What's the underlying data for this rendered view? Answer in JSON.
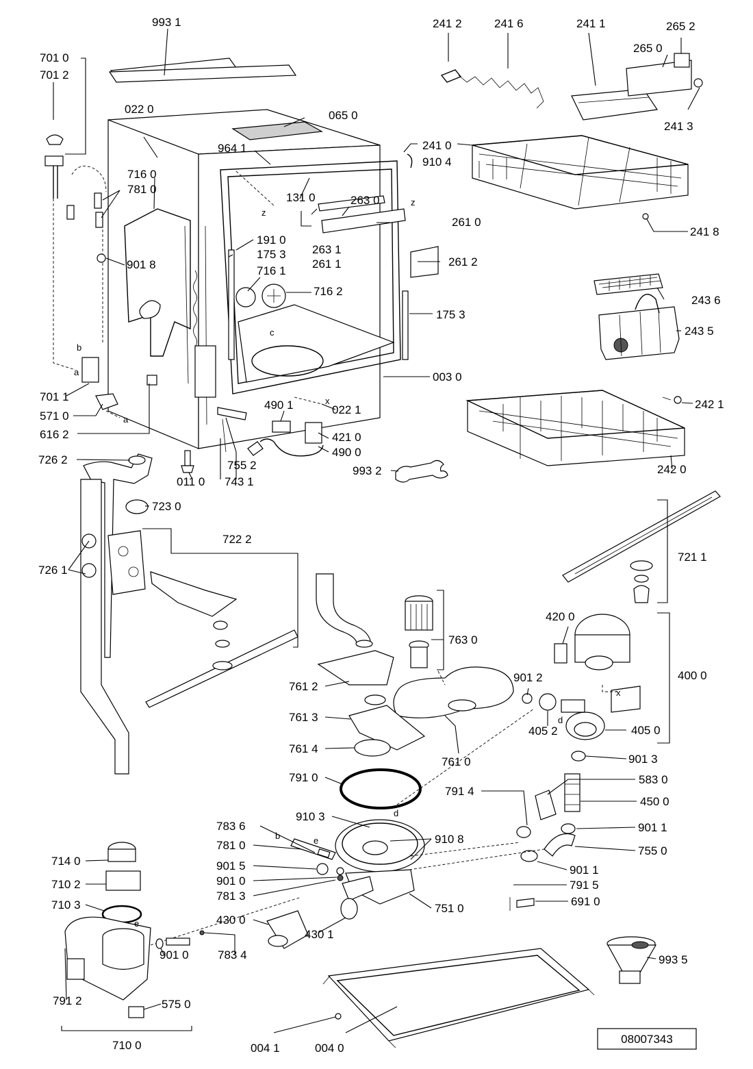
{
  "drawing_id": "08007343",
  "labels": {
    "l9931": "993 1",
    "l7010": "701 0",
    "l7012": "701 2",
    "l0220": "022 0",
    "l0650": "065 0",
    "l9641": "964 1",
    "l9104": "910 4",
    "l7160": "716 0",
    "l7810a": "781 0",
    "l1310": "131 0",
    "l2630": "263 0",
    "l2610": "261 0",
    "l9018": "901 8",
    "l1910": "191 0",
    "l1753a": "175 3",
    "l2631": "263 1",
    "l2611": "261 1",
    "l2612": "261 2",
    "l7161": "716 1",
    "l7162": "716 2",
    "l1753b": "175 3",
    "l0030": "003 0",
    "l7011": "701 1",
    "l5710": "571 0",
    "l6162": "616 2",
    "l4901": "490 1",
    "l0221": "022 1",
    "l4210": "421 0",
    "l4900": "490 0",
    "l7552": "755 2",
    "l7431": "743 1",
    "l0110": "011 0",
    "l9932": "993 2",
    "l7262": "726 2",
    "l7230": "723 0",
    "l7222": "722 2",
    "l7261": "726 1",
    "l2412": "241 2",
    "l2416": "241 6",
    "l2411": "241 1",
    "l2652": "265 2",
    "l2650": "265 0",
    "l2413": "241 3",
    "l2410": "241 0",
    "l2418": "241 8",
    "l2436": "243 6",
    "l2435": "243 5",
    "l2421": "242 1",
    "l2420": "242 0",
    "l7211": "721 1",
    "l4200": "420 0",
    "l4000": "400 0",
    "l7630": "763 0",
    "l7612": "761 2",
    "l7613": "761 3",
    "l7614": "761 4",
    "l7610": "761 0",
    "l9012": "901 2",
    "l4052": "405 2",
    "l4050": "405 0",
    "l9013": "901 3",
    "l7910": "791 0",
    "l5830": "583 0",
    "l7914": "791 4",
    "l4500": "450 0",
    "l9103": "910 3",
    "l9108": "910 8",
    "l7836": "783 6",
    "l9011a": "901 1",
    "l7810b": "781 0",
    "l7550": "755 0",
    "l9015": "901 5",
    "l9010a": "901 0",
    "l9011b": "901 1",
    "l7813": "781 3",
    "l7915": "791 5",
    "l7510": "751 0",
    "l6910": "691 0",
    "l4300": "430 0",
    "l4301": "430 1",
    "l7140": "714 0",
    "l7102": "710 2",
    "l7103": "710 3",
    "l7834": "783 4",
    "l9935": "993 5",
    "l9010b": "901 0",
    "l7912": "791 2",
    "l5750": "575 0",
    "l7100": "710 0",
    "l0041": "004 1",
    "l0040": "004 0"
  },
  "letters": {
    "z1": "z",
    "z2": "z",
    "z3": "z",
    "b1": "b",
    "a1": "a",
    "a2": "a",
    "c1": "c",
    "x1": "x",
    "x2": "x",
    "d1": "d",
    "d2": "d",
    "e1": "e",
    "e2": "e",
    "b2": "b"
  }
}
